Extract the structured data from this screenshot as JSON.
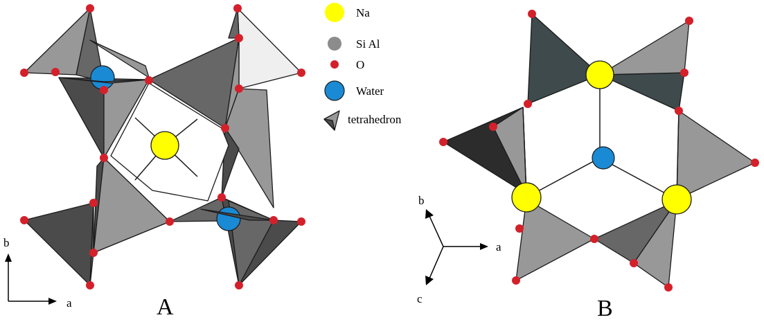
{
  "colors": {
    "na": "#ffff00",
    "sial": "#8c8c8c",
    "o": "#d4202a",
    "water": "#1a8ad4",
    "t_dark": "#4b4b4b",
    "t_mid": "#676767",
    "t_light": "#989898",
    "t_pale": "#efefef",
    "t_slate": "#3e4a4c",
    "t_black": "#2c2c2c"
  },
  "legend": {
    "na": "Na",
    "sial": "Si Al",
    "o": "O",
    "water": "Water",
    "tetrahedron": "tetrahedron"
  },
  "panel_a": {
    "label": "A",
    "axis_b": "b",
    "axis_a": "a"
  },
  "panel_b": {
    "label": "B",
    "axis_b": "b",
    "axis_a": "a",
    "axis_c": "c"
  }
}
